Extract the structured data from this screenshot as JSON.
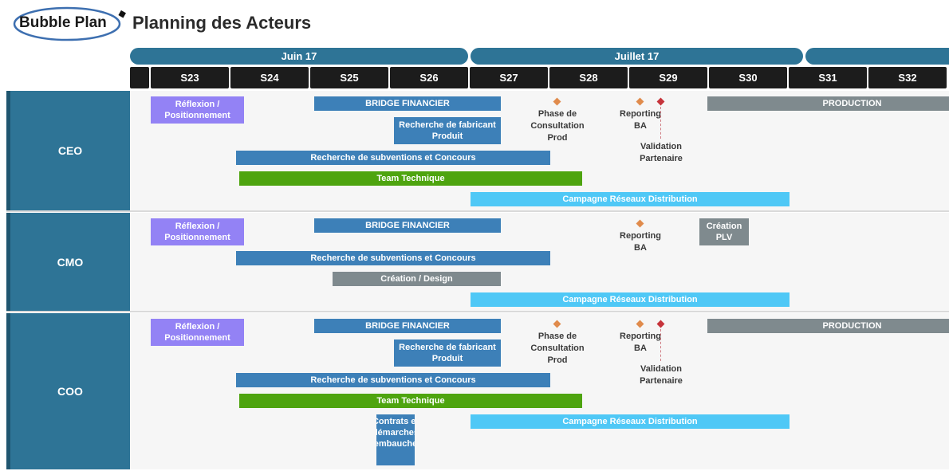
{
  "logo": {
    "text": "Bubble Plan"
  },
  "title": "Planning des Acteurs",
  "months": [
    {
      "label": "Juin 17"
    },
    {
      "label": "Juillet 17"
    },
    {
      "label": ""
    }
  ],
  "weeks": [
    "",
    "S23",
    "S24",
    "S25",
    "S26",
    "S27",
    "S28",
    "S29",
    "S30",
    "S31",
    "S32"
  ],
  "colors": {
    "header": "#2e7496",
    "week_header": "#1c1c1c",
    "reflexion": "#9382f5",
    "bridge": "#3d80b8",
    "team": "#4ea40f",
    "campagne": "#4fc8f6",
    "production": "#7f8a8e",
    "milestone": "#e08b4c",
    "milestone_alt": "#c6343b"
  },
  "rows": [
    {
      "label": "CEO",
      "tasks": [
        {
          "label": "Réflexion / Positionnement"
        },
        {
          "label": "BRIDGE FINANCIER"
        },
        {
          "label": "Recherche de fabricant Produit"
        },
        {
          "label": "Recherche de subventions et Concours"
        },
        {
          "label": "Team Technique"
        },
        {
          "label": "Campagne Réseaux Distribution"
        },
        {
          "label": "PRODUCTION"
        }
      ],
      "milestones": [
        {
          "label": "Phase de Consultation Prod"
        },
        {
          "label": "Reporting BA"
        },
        {
          "label": "Validation Partenaire"
        }
      ]
    },
    {
      "label": "CMO",
      "tasks": [
        {
          "label": "Réflexion / Positionnement"
        },
        {
          "label": "BRIDGE FINANCIER"
        },
        {
          "label": "Recherche de subventions et Concours"
        },
        {
          "label": "Création / Design"
        },
        {
          "label": "Campagne Réseaux Distribution"
        },
        {
          "label": "Création PLV"
        }
      ],
      "milestones": [
        {
          "label": "Reporting BA"
        }
      ]
    },
    {
      "label": "COO",
      "tasks": [
        {
          "label": "Réflexion / Positionnement"
        },
        {
          "label": "BRIDGE FINANCIER"
        },
        {
          "label": "Recherche de fabricant Produit"
        },
        {
          "label": "Recherche de subventions et Concours"
        },
        {
          "label": "Team Technique"
        },
        {
          "label": "Campagne Réseaux Distribution"
        },
        {
          "label": "Contrats et démarches embauche"
        },
        {
          "label": "PRODUCTION"
        }
      ],
      "milestones": [
        {
          "label": "Phase de Consultation Prod"
        },
        {
          "label": "Reporting BA"
        },
        {
          "label": "Validation Partenaire"
        }
      ]
    }
  ]
}
